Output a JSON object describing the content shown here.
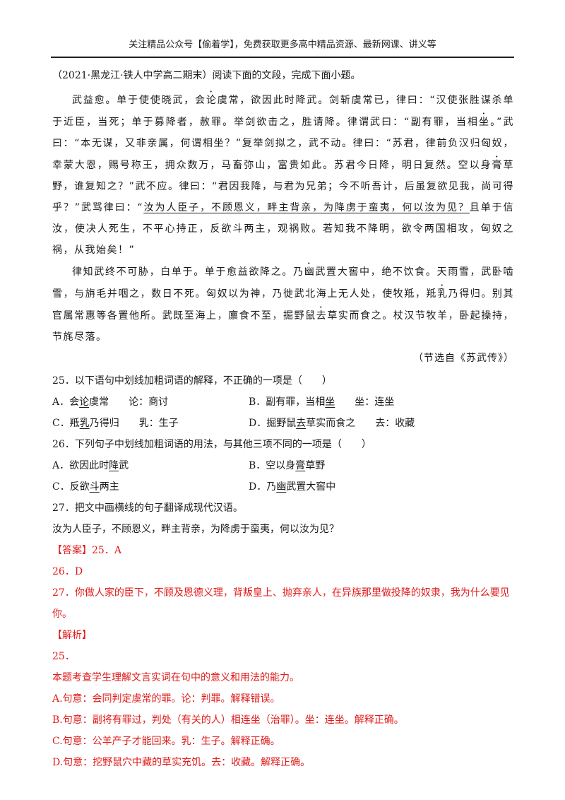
{
  "header": {
    "text": "关注精品公众号【偷着学】，免费获取更多高中精品资源、最新网课、讲义等"
  },
  "intro": "（2021·黑龙江·铁人中学高二期末）阅读下面的文段，完成下面小题。",
  "passage": {
    "p1_a": "武益愈。单于使使晓武，会",
    "p1_lun": "论",
    "p1_b": "虞常，欲因此时降武。剑斩虞常已，律曰：“汉使张胜谋杀单于近臣，当死；单于募降者，赦罪。举剑欲击之，胜请降。律谓武曰：“副有罪，当相",
    "p1_zuo": "坐",
    "p1_c": "。”武曰：“本无谋，又非亲属，何谓相坐？”复举剑拟之，武不动。律曰：“苏君，律前负汉归匈奴，幸蒙大恩，赐号称王，拥众数万，马畜弥山，富贵如此。苏君今日降，明日复然。空以身",
    "p1_gao": "膏",
    "p1_d": "草野，谁复知之？”武不应。律曰：“君因我降，与君为兄弟；今不听吾计，后虽复欲见我，尚可得乎？”武骂律曰：“",
    "p1_underlined": "汝为人臣子，不顾恩义，畔主背亲，为降虏于蛮夷，何以汝为见？",
    "p1_e": "且单于信汝，使决人死生，不平心持正，反欲斗两主，观祸败。若知我不降明，欲令两国相攻，匈奴之祸，从我始矣！”",
    "p2_a": "律知武终不可胁，白单于。单于愈益欲降之。乃",
    "p2_you": "幽",
    "p2_b": "武置大窖中，绝不饮食。天雨雪，武卧啮雪，与旃毛并咽之，数日不死。匈奴以为神，乃徙武北海上无人处，使牧羝，羝",
    "p2_ru": "乳",
    "p2_c": "乃得归。别其官属常惠等各置他所。武既至海上，廪食不至，掘野鼠",
    "p2_qu": "去",
    "p2_d": "草实而食之。杖汉节牧羊，卧起操持，节旄尽落。",
    "source": "（节选自《苏武传》）"
  },
  "questions": {
    "q25": {
      "stem": "25．以下语句中划线加粗词语的解释，不正确的一项是（　　）",
      "A_pre": "A．会",
      "A_word": "论",
      "A_post": "虞常　　论：商讨",
      "B_pre": "B．副有罪，当相",
      "B_word": "坐",
      "B_post": "　　坐：连坐",
      "C_pre": "C．羝",
      "C_word": "乳",
      "C_post": "乃得归　　乳：生子",
      "D_pre": "D．掘野鼠",
      "D_word": "去",
      "D_post": "草实而食之　　去：收藏"
    },
    "q26": {
      "stem": "26．下列句子中划线加粗词语的用法，与其他三项不同的一项是（　　）",
      "A_pre": "A．欲因此时",
      "A_word": "降",
      "A_post": "武",
      "B_pre": "B．空以身",
      "B_word": "膏",
      "B_post": "草野",
      "C_pre": "C．反欲",
      "C_word": "斗",
      "C_post": "两主",
      "D_pre": "D．乃",
      "D_word": "幽",
      "D_post": "武置大窖中"
    },
    "q27": {
      "stem": "27．把文中画横线的句子翻译成现代汉语。",
      "sentence": "汝为人臣子，不顾恩义，畔主背亲，为降虏于蛮夷，何以汝为见？"
    }
  },
  "answer": {
    "label": "【答案】",
    "a25": "25．A",
    "a26": "26．D",
    "a27": "27．你做人家的臣下，不顾及恩德义理，背叛皇上、抛弃亲人，在异族那里做投降的奴隶，我为什么要见你。"
  },
  "analysis": {
    "label": "【解析】",
    "num": "25．",
    "l1": "本题考查学生理解文言实词在句中的意义和用法的能力。",
    "l2": "A.句意：会同判定虞常的罪。论：判罪。解释错误。",
    "l3": "B.句意：副将有罪过，判处（有关的人）相连坐（治罪）。坐：连坐。解释正确。",
    "l4": "C.句意：公羊产子才能回来。乳：生子。解释正确。",
    "l5": "D.句意：挖野鼠穴中藏的草实充饥。去：收藏。解释正确。"
  }
}
